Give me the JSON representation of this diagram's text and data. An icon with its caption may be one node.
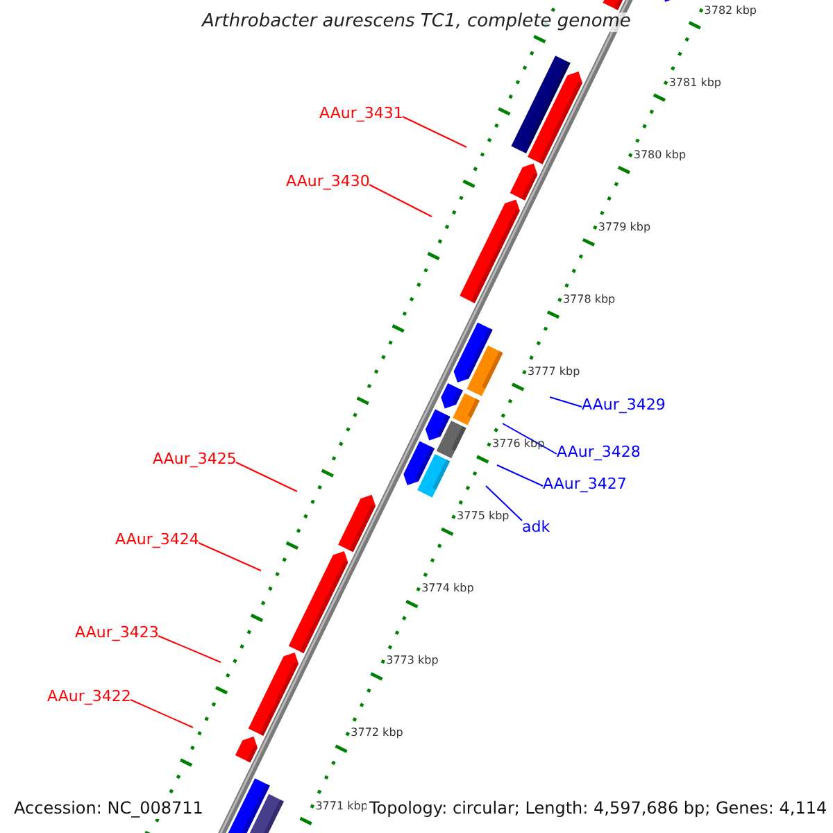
{
  "diagram": {
    "title": "Arthrobacter aurescens TC1, complete genome",
    "nodes": [
      {
        "text": [
          "AAur_3431"
        ]
      },
      {
        "text": [
          "AAur_3430"
        ]
      },
      {
        "text": [
          "AAur_3429"
        ]
      },
      {
        "text": [
          "AAur_3428"
        ]
      },
      {
        "text": [
          "AAur_3425"
        ]
      },
      {
        "text": [
          "AAur_3427"
        ]
      },
      {
        "text": [
          "adk"
        ]
      },
      {
        "text": [
          "AAur_3424"
        ]
      },
      {
        "text": [
          "AAur_3423"
        ]
      },
      {
        "text": [
          "AAur_3422"
        ]
      }
    ],
    "edges": [
      {
        "from": 0,
        "to": null,
        "arrow": "none"
      },
      {
        "from": 1,
        "to": null,
        "arrow": "none"
      },
      {
        "from": 2,
        "to": null,
        "arrow": "none",
        "color": "#0000ff"
      },
      {
        "from": 3,
        "to": null,
        "arrow": "none",
        "color": "#0000ff"
      },
      {
        "from": 4,
        "to": null,
        "arrow": "none"
      },
      {
        "from": 5,
        "to": null,
        "arrow": "none",
        "color": "#0000ff"
      },
      {
        "from": 6,
        "to": null,
        "arrow": "none",
        "color": "#0000ff"
      },
      {
        "from": 7,
        "to": null,
        "arrow": "none"
      },
      {
        "from": 8,
        "to": null,
        "arrow": "none"
      },
      {
        "from": 9,
        "to": null,
        "arrow": "none"
      }
    ],
    "labels": [
      "3782 kbp",
      "3781 kbp",
      "3780 kbp",
      "3779 kbp",
      "3778 kbp",
      "3777 kbp",
      "3776 kbp",
      "3775 kbp",
      "3774 kbp",
      "3773 kbp",
      "3772 kbp",
      "3771 kbp",
      "Accession: NC_008711",
      "Topology: circular; Length: 4,597,686 bp; Genes: 4,114"
    ]
  }
}
